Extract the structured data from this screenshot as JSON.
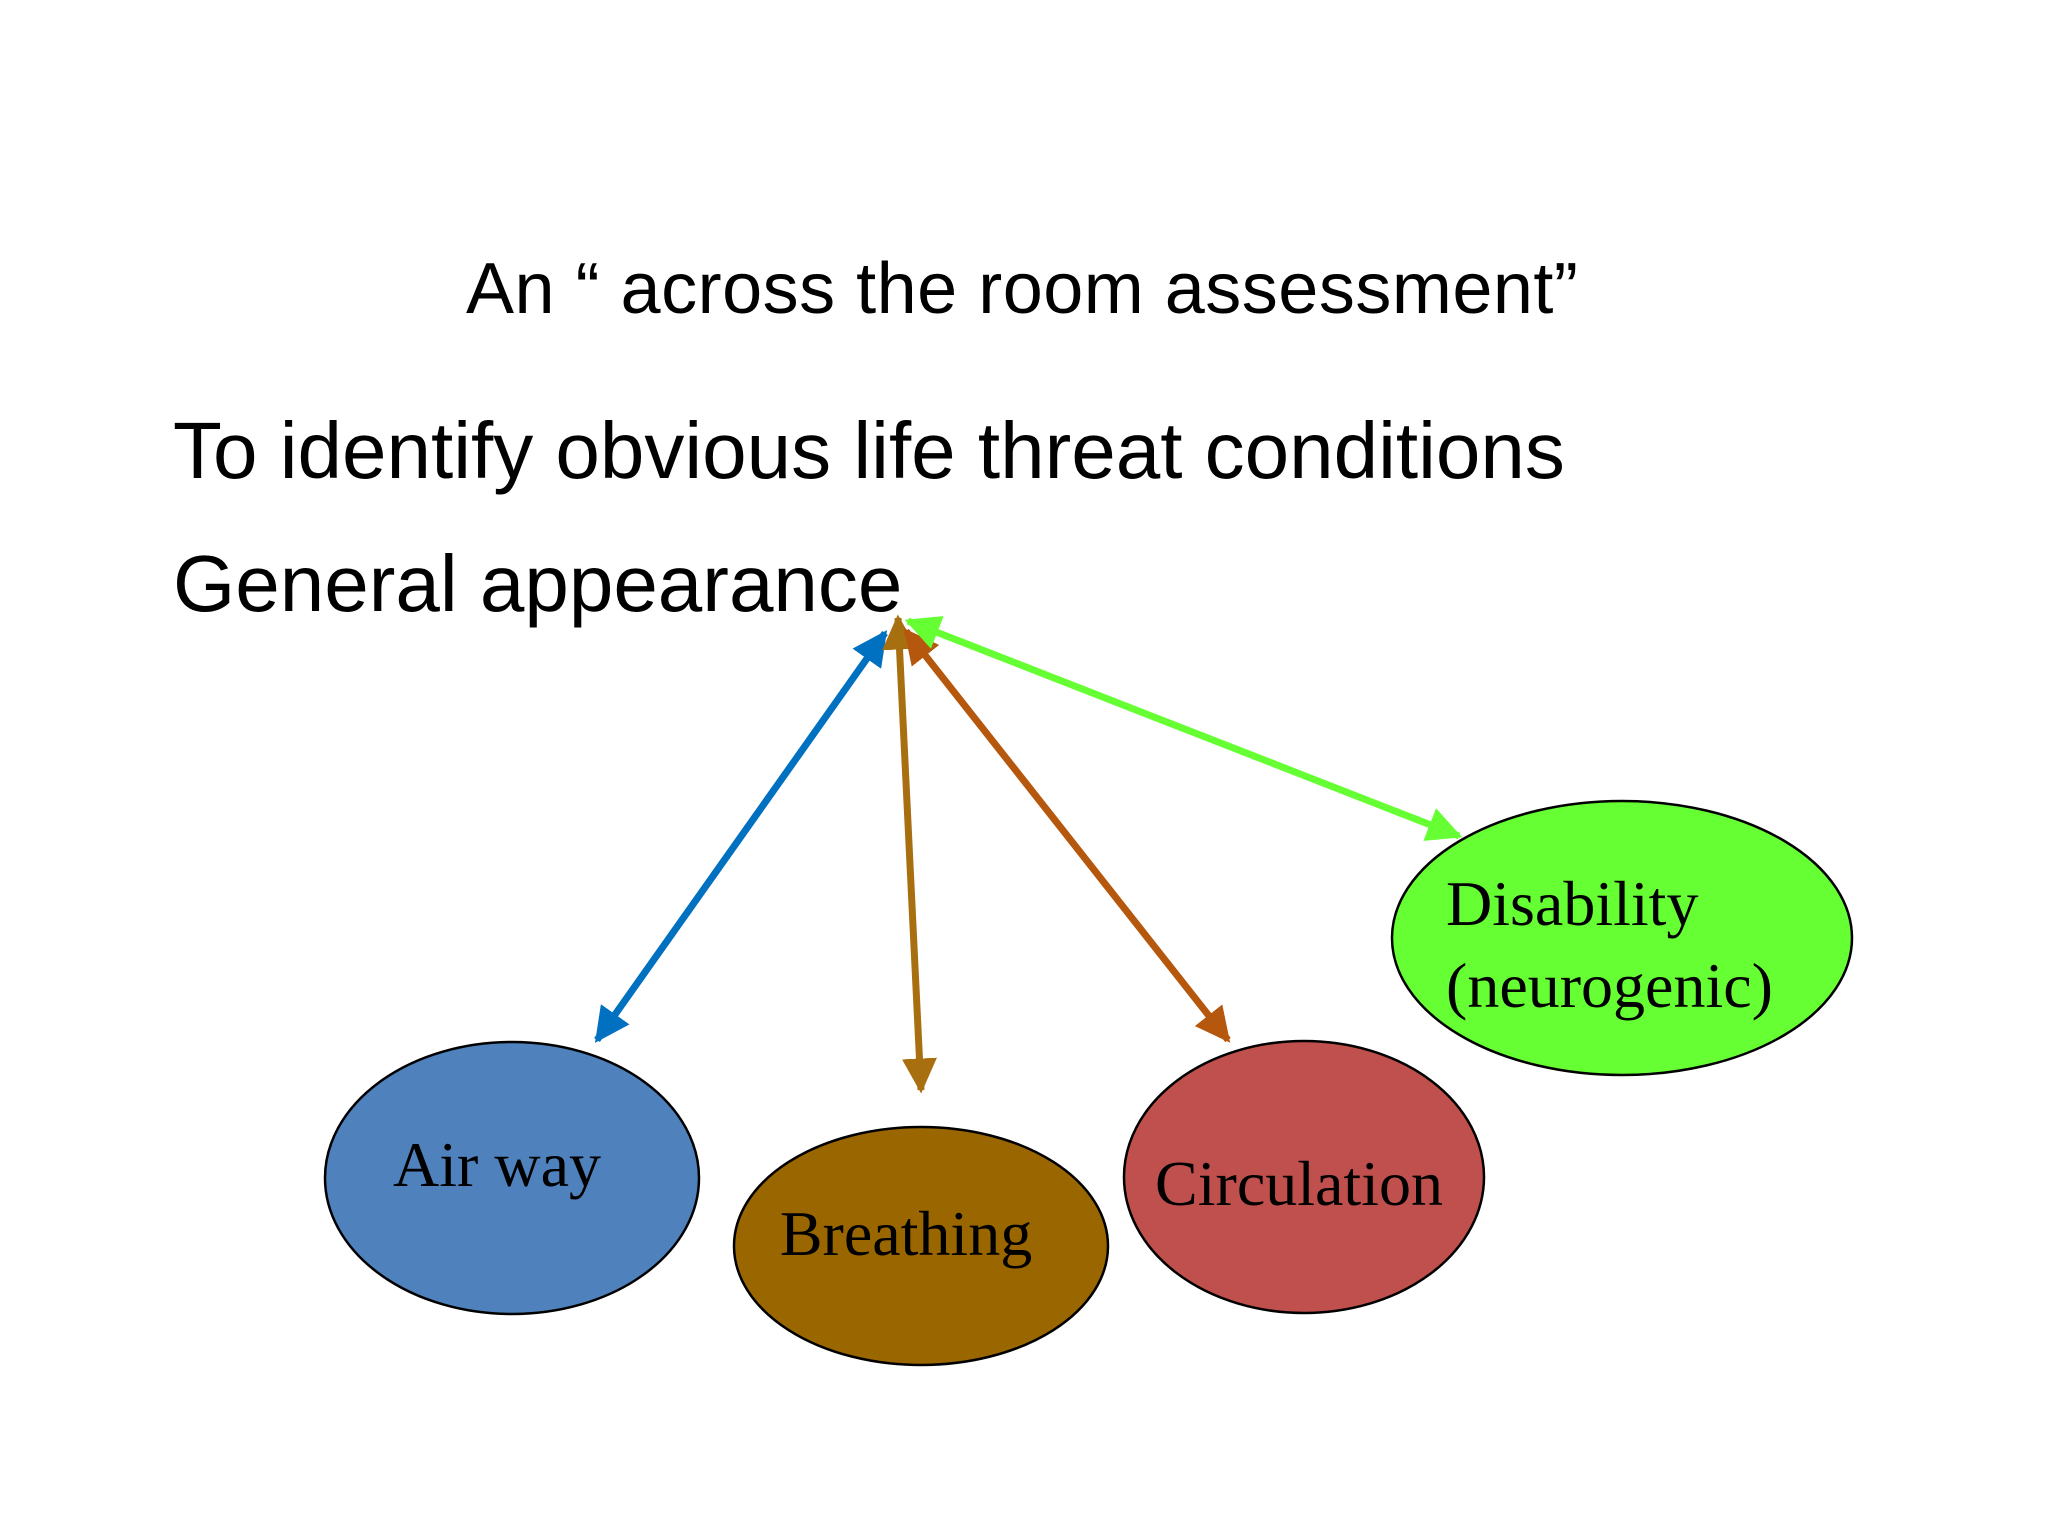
{
  "slide": {
    "title": "An “ across the room assessment”",
    "bullets": [
      "To identify obvious life threat conditions",
      "General appearance"
    ]
  },
  "diagram": {
    "hub": "General appearance",
    "nodes": [
      {
        "id": "airway",
        "label": "Air way",
        "fill": "#4F81BD",
        "arrow_color": "#0070C0"
      },
      {
        "id": "breathing",
        "label": "Breathing",
        "fill": "#996600",
        "arrow_color": "#A86F10"
      },
      {
        "id": "circulation",
        "label": "Circulation",
        "fill": "#C0504D",
        "arrow_color": "#B5570C"
      },
      {
        "id": "disability",
        "label_lines": [
          "Disability",
          "(neurogenic)"
        ],
        "fill": "#66FF33",
        "arrow_color": "#66FF33"
      }
    ],
    "connections": [
      {
        "from": "General appearance",
        "to": "Air way",
        "direction": "both"
      },
      {
        "from": "General appearance",
        "to": "Breathing",
        "direction": "both"
      },
      {
        "from": "General appearance",
        "to": "Circulation",
        "direction": "both"
      },
      {
        "from": "General appearance",
        "to": "Disability (neurogenic)",
        "direction": "both"
      }
    ]
  }
}
